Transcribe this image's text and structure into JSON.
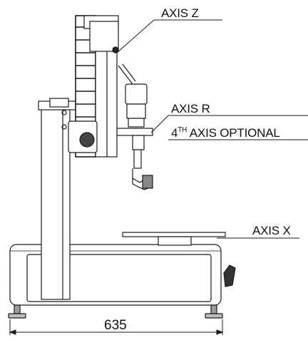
{
  "labels": {
    "axis_z": "AXIS Z",
    "axis_r": "AXIS R",
    "axis_r_note_prefix": "4",
    "axis_r_note_sup": "TH",
    "axis_r_note_rest": " AXIS OPTIONAL",
    "axis_x": "AXIS X"
  },
  "dimensions": {
    "width": "635"
  }
}
